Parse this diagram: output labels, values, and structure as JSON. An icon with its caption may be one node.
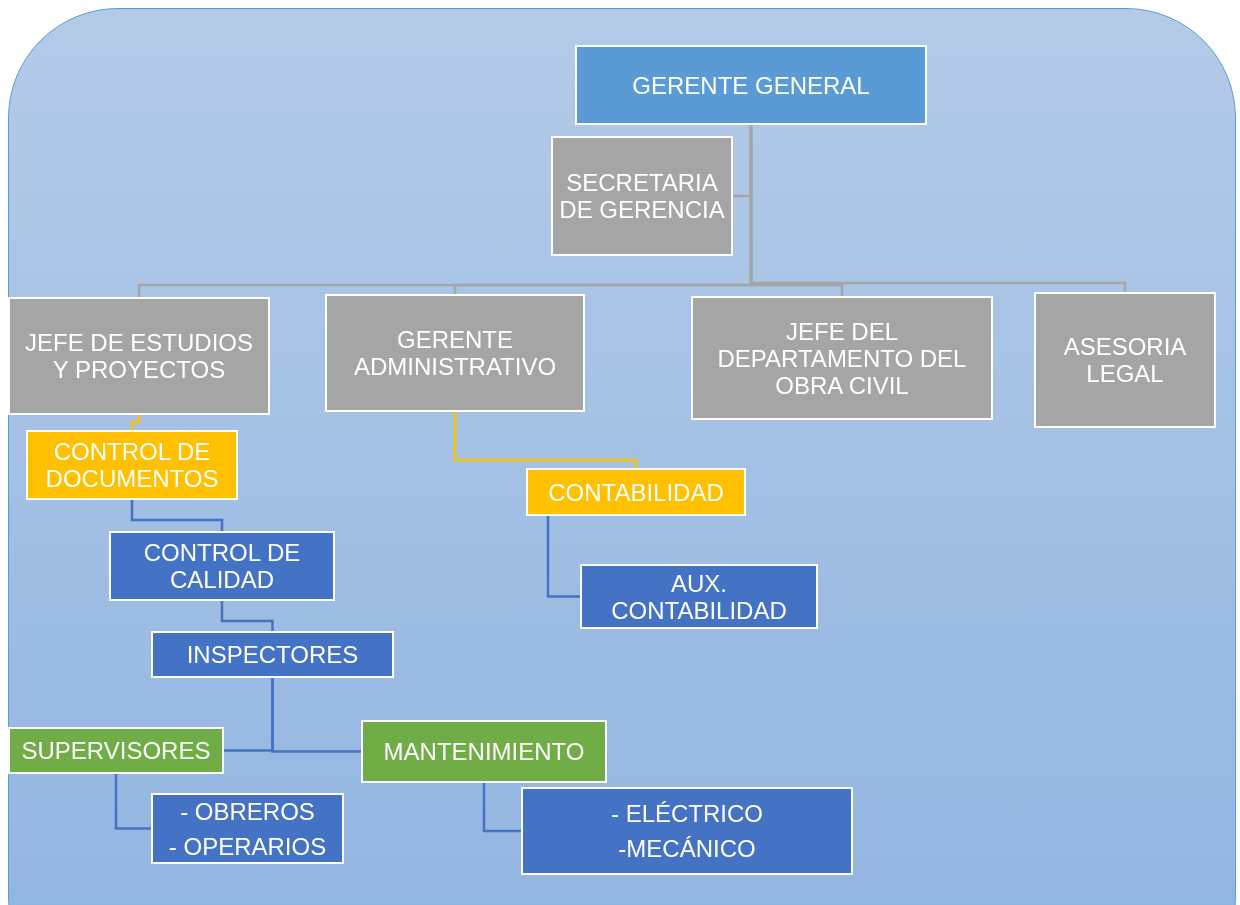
{
  "diagram": {
    "nodes": [
      {
        "text": [
          "GERENTE GENERAL"
        ]
      },
      {
        "text": [
          "SECRETARIA DE GERENCIA"
        ]
      },
      {
        "text": [
          "JEFE DE ESTUDIOS Y PROYECTOS"
        ]
      },
      {
        "text": [
          "GERENTE ADMINISTRATIVO"
        ]
      },
      {
        "text": [
          "JEFE DEL DEPARTAMENTO DEL OBRA CIVIL"
        ]
      },
      {
        "text": [
          "ASESORIA LEGAL"
        ]
      },
      {
        "text": [
          "CONTROL DE DOCUMENTOS"
        ]
      },
      {
        "text": [
          "CONTABILIDAD"
        ]
      },
      {
        "text": [
          "CONTROL DE CALIDAD"
        ]
      },
      {
        "text": [
          "AUX. CONTABILIDAD"
        ]
      },
      {
        "text": [
          "INSPECTORES"
        ]
      },
      {
        "text": [
          "SUPERVISORES"
        ]
      },
      {
        "text": [
          "MANTENIMIENTO"
        ]
      },
      {
        "text": [
          "- OBREROS",
          "- OPERARIOS"
        ]
      },
      {
        "text": [
          "- ELÉCTRICO",
          "-MECÁNICO"
        ]
      }
    ],
    "edges": [
      {
        "from": 0,
        "to": 1,
        "arrow": "none",
        "color": "#a5a5a5"
      },
      {
        "from": 0,
        "to": 2,
        "arrow": "none",
        "color": "#a5a5a5"
      },
      {
        "from": 0,
        "to": 3,
        "arrow": "none",
        "color": "#a5a5a5"
      },
      {
        "from": 0,
        "to": 4,
        "arrow": "none",
        "color": "#a5a5a5"
      },
      {
        "from": 0,
        "to": 5,
        "arrow": "none",
        "color": "#a5a5a5"
      },
      {
        "from": 2,
        "to": 6,
        "arrow": "none",
        "color": "#ffc000"
      },
      {
        "from": 3,
        "to": 7,
        "arrow": "none",
        "color": "#ffc000"
      },
      {
        "from": 6,
        "to": 8,
        "arrow": "none"
      },
      {
        "from": 7,
        "to": 9,
        "arrow": "none"
      },
      {
        "from": 8,
        "to": 10,
        "arrow": "none"
      },
      {
        "from": 10,
        "to": 11,
        "arrow": "none"
      },
      {
        "from": 10,
        "to": 12,
        "arrow": "none"
      },
      {
        "from": 11,
        "to": 13,
        "arrow": "none"
      },
      {
        "from": 12,
        "to": 14,
        "arrow": "none"
      }
    ]
  }
}
